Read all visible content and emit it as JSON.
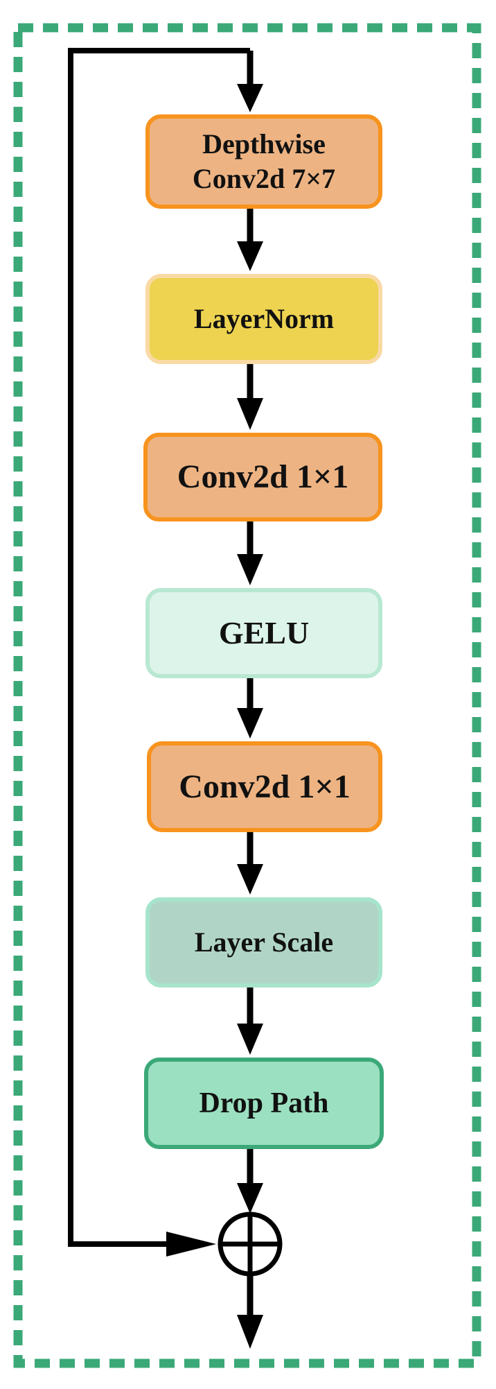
{
  "blocks": [
    {
      "id": "depthwise",
      "label": "Depthwise\nConv2d 7×7",
      "fill": "#EDB382",
      "border": "#F7931E"
    },
    {
      "id": "layernorm",
      "label": "LayerNorm",
      "fill": "#EDD350",
      "border": "#F9D9A4"
    },
    {
      "id": "conv1",
      "label": "Conv2d 1×1",
      "fill": "#EDB382",
      "border": "#F7931E"
    },
    {
      "id": "gelu",
      "label": "GELU",
      "fill": "#DDF4EA",
      "border": "#B8E8D2"
    },
    {
      "id": "conv2",
      "label": "Conv2d 1×1",
      "fill": "#EDB382",
      "border": "#F7931E"
    },
    {
      "id": "layerscale",
      "label": "Layer Scale",
      "fill": "#B0D5C6",
      "border": "#A6E4CB"
    },
    {
      "id": "droppath",
      "label": "Drop Path",
      "fill": "#9BE0C0",
      "border": "#3BA878"
    }
  ],
  "colors": {
    "frame_dashed": "#3BA878",
    "arrows": "#000000"
  },
  "icons": {
    "add": "circled-plus-icon"
  }
}
